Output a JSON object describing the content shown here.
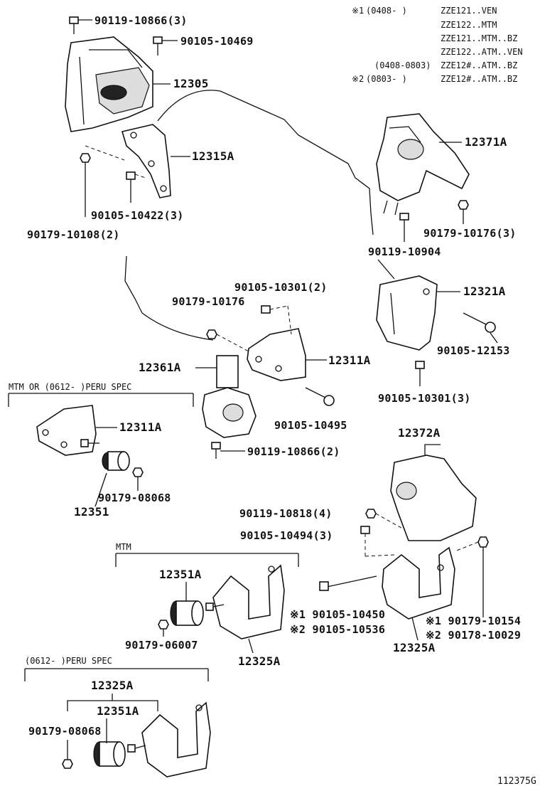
{
  "legend": {
    "rows": [
      {
        "mark": "※1",
        "range": "(0408-     )",
        "model": "ZZE121..VEN"
      },
      {
        "mark": "",
        "range": "",
        "model": "ZZE122..MTM"
      },
      {
        "mark": "",
        "range": "",
        "model": "ZZE121..MTM..BZ"
      },
      {
        "mark": "",
        "range": "",
        "model": "ZZE122..ATM..VEN"
      },
      {
        "mark": "",
        "range": "(0408-0803)",
        "model": "ZZE12#..ATM..BZ"
      },
      {
        "mark": "※2",
        "range": "(0803-     )",
        "model": "ZZE12#..ATM..BZ"
      }
    ]
  },
  "sections": {
    "mtm_or_peru": "MTM OR (0612-    )PERU SPEC",
    "mtm": "MTM",
    "peru": "(0612-    )PERU SPEC"
  },
  "labels": {
    "p90119_10866_3": "90119-10866(3)",
    "p90105_10469": "90105-10469",
    "p12305": "12305",
    "p12315A": "12315A",
    "p90105_10422_3": "90105-10422(3)",
    "p90179_10108_2": "90179-10108(2)",
    "p12371A": "12371A",
    "p90179_10176_3": "90179-10176(3)",
    "p90119_10904": "90119-10904",
    "p90105_10301_2": "90105-10301(2)",
    "p90179_10176": "90179-10176",
    "p12321A": "12321A",
    "p90105_12153": "90105-12153",
    "p12311A_top": "12311A",
    "p12361A": "12361A",
    "p90105_10301_3": "90105-10301(3)",
    "p90105_10495": "90105-10495",
    "p12311A_left": "12311A",
    "p90119_10866_2": "90119-10866(2)",
    "p12372A": "12372A",
    "p90179_08068": "90179-08068",
    "p12351_left": "12351",
    "p90119_10818_4": "90119-10818(4)",
    "p90105_10494_3": "90105-10494(3)",
    "p12351A_mtm": "12351A",
    "p90179_06007": "90179-06007",
    "p12325A_mtm": "12325A",
    "p90105_10450": "※1 90105-10450",
    "p90105_10536": "※2 90105-10536",
    "p90179_10154": "※1 90179-10154",
    "p90178_10029": "※2 90178-10029",
    "p12325A_right": "12325A",
    "p12325A_peru": "12325A",
    "p12351A_peru": "12351A",
    "p90179_08068_peru": "90179-08068"
  },
  "figure_id": "112375G"
}
